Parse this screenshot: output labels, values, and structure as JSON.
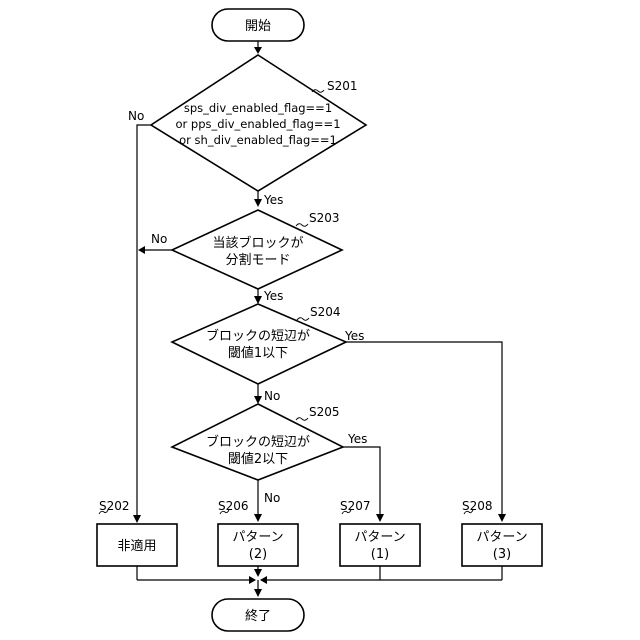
{
  "nodes": {
    "start": "開始",
    "end": "終了",
    "s201": {
      "step": "S201",
      "lines": [
        "sps_div_enabled_flag==1",
        "or pps_div_enabled_flag==1",
        "or sh_div_enabled_flag==1"
      ]
    },
    "s203": {
      "step": "S203",
      "lines": [
        "当該ブロックが",
        "分割モード"
      ]
    },
    "s204": {
      "step": "S204",
      "lines": [
        "ブロックの短辺が",
        "閾値1以下"
      ]
    },
    "s205": {
      "step": "S205",
      "lines": [
        "ブロックの短辺が",
        "閾値2以下"
      ]
    },
    "s202": {
      "step": "S202",
      "text": "非適用"
    },
    "s206": {
      "step": "S206",
      "lines": [
        "パターン",
        "(2)"
      ]
    },
    "s207": {
      "step": "S207",
      "lines": [
        "パターン",
        "(1)"
      ]
    },
    "s208": {
      "step": "S208",
      "lines": [
        "パターン",
        "(3)"
      ]
    }
  },
  "edges": {
    "yes": "Yes",
    "no": "No"
  }
}
